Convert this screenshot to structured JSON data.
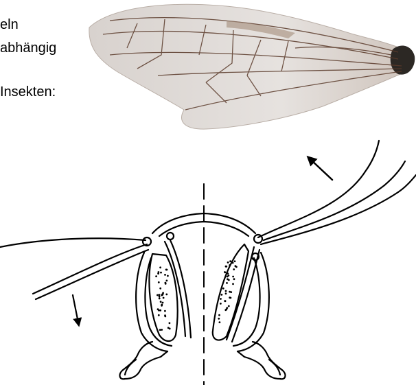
{
  "text_lines": [
    "eln",
    "abhängig",
    "Insekten:"
  ],
  "colors": {
    "ink": "#000000",
    "wing_membrane": "#dcd6d2",
    "wing_vein": "#5a3a2a",
    "wing_base": "#2c2824"
  },
  "figures": [
    {
      "name": "wing-photo",
      "kind": "photograph of insect forewing"
    },
    {
      "name": "thorax-cross-section",
      "kind": "line drawing, direct flight muscles with wings and movement arrows"
    }
  ]
}
